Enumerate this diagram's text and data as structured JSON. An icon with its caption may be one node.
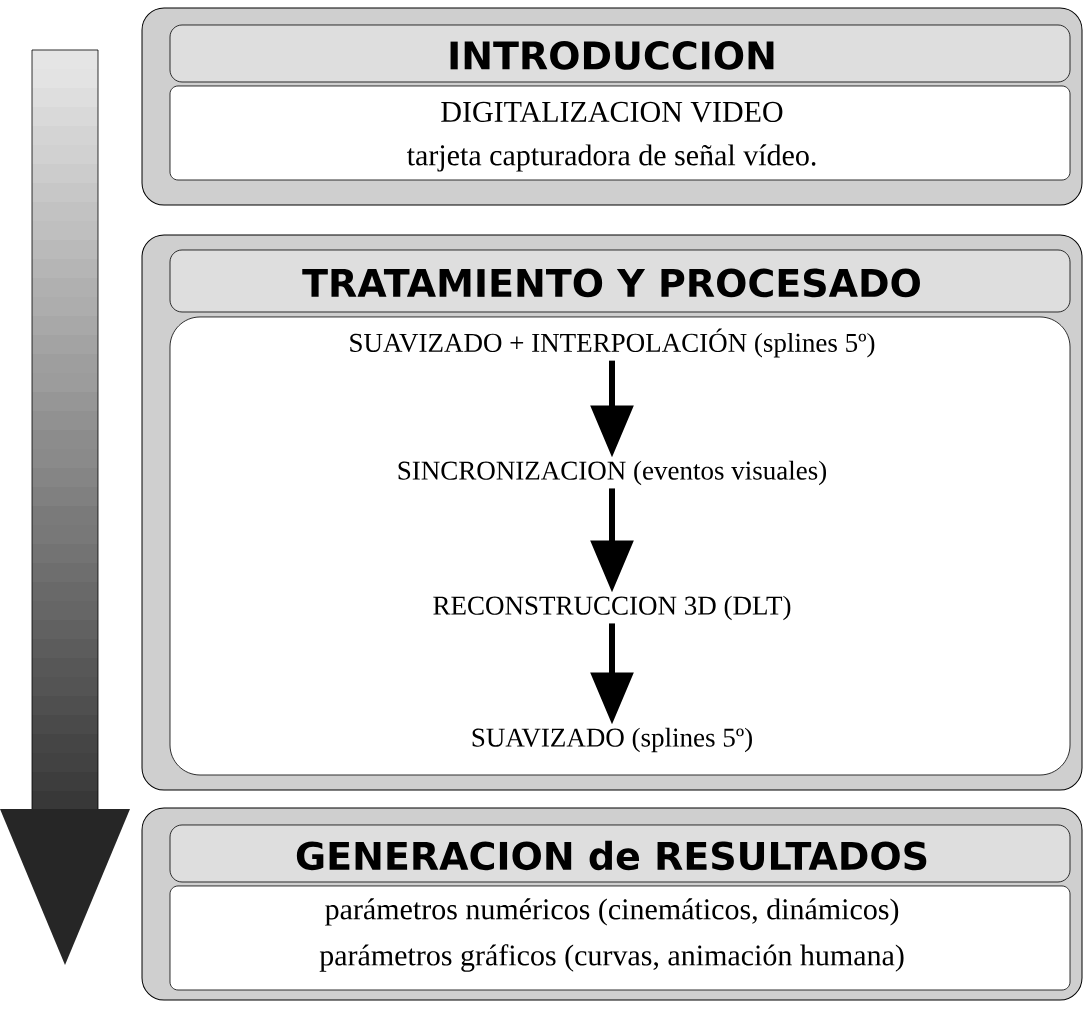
{
  "diagram": {
    "nodes": [
      {
        "text": [
          "INTRODUCCION",
          "DIGITALIZACION VIDEO",
          "tarjeta capturadora de señal vídeo."
        ]
      },
      {
        "text": [
          "TRATAMIENTO Y PROCESADO"
        ]
      },
      {
        "text": [
          "SUAVIZADO + INTERPOLACIÓN (splines 5º)"
        ],
        "in": 1
      },
      {
        "text": [
          "SINCRONIZACION (eventos visuales)"
        ],
        "in": 1
      },
      {
        "text": [
          "RECONSTRUCCION 3D (DLT)"
        ],
        "in": 1
      },
      {
        "text": [
          "SUAVIZADO (splines 5º)"
        ],
        "in": 1
      },
      {
        "text": [
          "GENERACION de RESULTADOS",
          "parámetros numéricos (cinemáticos, dinámicos)",
          "parámetros gráficos (curvas, animación humana)"
        ]
      }
    ],
    "edges": [
      {
        "from": 2,
        "to": 3,
        "arrow": "to"
      },
      {
        "from": 3,
        "to": 4,
        "arrow": "to"
      },
      {
        "from": 4,
        "to": 5,
        "arrow": "to"
      }
    ]
  }
}
